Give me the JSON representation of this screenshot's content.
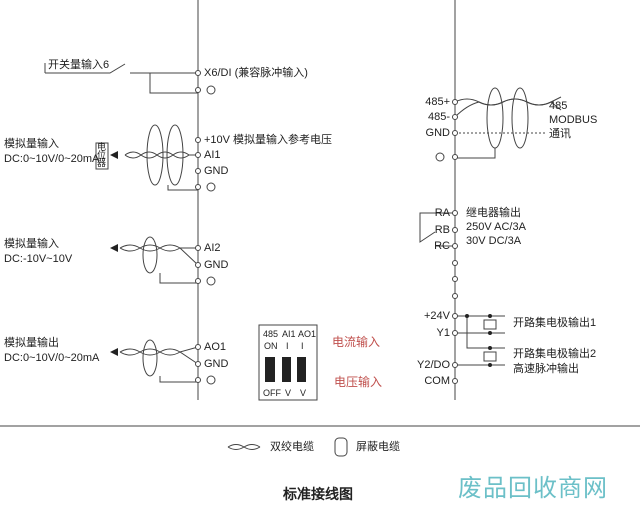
{
  "left_terminals": {
    "x6": "X6/DI (兼容脉冲输入)",
    "plus10v": "+10V  模拟量输入参考电压",
    "ai1": "AI1",
    "gnd1": "GND",
    "ai2": "AI2",
    "gnd2": "GND",
    "ao1": "AO1",
    "gnd3": "GND"
  },
  "left_labels": {
    "switch_input": "开关量输入6",
    "analog_in1_title": "模拟量输入",
    "analog_in1_range": "DC:0~10V/0~20mA",
    "pot": "电位器",
    "analog_in2_title": "模拟量输入",
    "analog_in2_range": "DC:-10V~10V",
    "analog_out_title": "模拟量输出",
    "analog_out_range": "DC:0~10V/0~20mA"
  },
  "right_terminals": {
    "p485": "485+",
    "m485": "485-",
    "gnd": "GND",
    "ra": "RA",
    "rb": "RB",
    "rc": "RC",
    "p24v": "+24V",
    "y1": "Y1",
    "y2": "Y2/DO",
    "com": "COM"
  },
  "right_labels": {
    "modbus1": "485",
    "modbus2": "MODBUS",
    "modbus3": "通讯",
    "relay1": "继电器输出",
    "relay2": "250V AC/3A",
    "relay3": "30V  DC/3A",
    "oc1": "开路集电极输出1",
    "oc2": "开路集电极输出2",
    "oc2b": "高速脉冲输出"
  },
  "dip_switch": {
    "headers": [
      "485",
      "AI1",
      "AO1"
    ],
    "top": [
      "ON",
      "I",
      "I"
    ],
    "bottom": [
      "OFF",
      "V",
      "V"
    ],
    "current_label": "电流输入",
    "voltage_label": "电压输入"
  },
  "legend": {
    "twisted": "双绞电缆",
    "shielded": "屏蔽电缆"
  },
  "title": "标准接线图",
  "watermark": "废品回收商网",
  "colors": {
    "red_label": "#c0504d",
    "watermark": "#6cc0c8"
  }
}
